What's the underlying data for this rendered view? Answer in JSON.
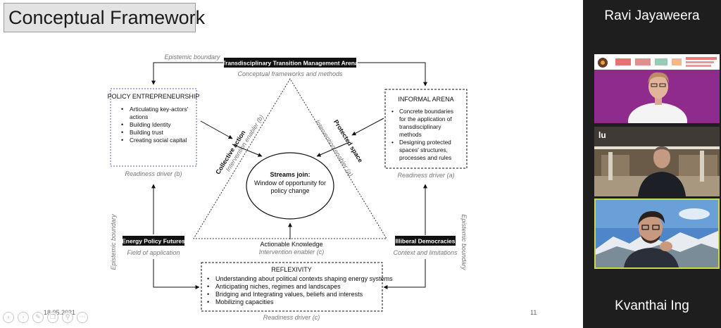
{
  "slide": {
    "title": "Conceptual Framework",
    "date": "18.05.2021",
    "page_number": "11",
    "epistemic_boundary_top": "Epistemic boundary",
    "epistemic_boundary_left": "Epistemic boundary",
    "epistemic_boundary_right": "Epistemic boundary",
    "arena_title": "Transdisciplinary Transition Management Arena",
    "arena_subtitle": "Conceptual frameworks and methods",
    "policy_box": {
      "title": "POLICY ENTREPRENEURSHIP",
      "items": [
        "Articulating key-actors'",
        "actions",
        "Building Identity",
        "Building trust",
        "Creating social capital"
      ],
      "driver": "Readiness driver (b)"
    },
    "informal_box": {
      "title": "INFORMAL ARENA",
      "items": [
        "Concrete boundaries",
        "for the application of",
        "transdisciplinary",
        "methods",
        "Designing protected",
        "spaces' structures,",
        "processes and rules"
      ],
      "driver": "Readiness driver (a)"
    },
    "triangle": {
      "left_side_label": "Collective action",
      "left_side_sub": "Intervention enabler (b)",
      "right_side_label": "Protected space",
      "right_side_sub": "Intervention enabler (a)"
    },
    "circle": {
      "title": "Streams join:",
      "line1": "Window of opportunity for",
      "line2": "policy change"
    },
    "actionable": {
      "title": "Actionable Knowledge",
      "sub": "Intervention enabler (c)"
    },
    "energy_box": {
      "title": "Energy Policy Futures",
      "sub": "Field of application"
    },
    "illiberal_box": {
      "title": "Illiberal Democracies",
      "sub": "Context and limitations"
    },
    "reflexivity_box": {
      "title": "REFLEXIVITY",
      "items": [
        "Understanding about political contexts shaping energy systems",
        "Anticipating niches, regimes and landscapes",
        "Bridging and Integrating values, beliefs and interests",
        "Mobilizing capacities"
      ],
      "driver": "Readiness driver (c)"
    }
  },
  "participants": {
    "top_name": "Ravi Jayaweera",
    "bottom_name": "Kvanthai Ing"
  },
  "controls": [
    "prev-icon",
    "next-icon",
    "pen-icon",
    "copy-icon",
    "zoom-icon",
    "more-icon"
  ],
  "colors": {
    "slide_bg": "#ffffff",
    "panel_bg": "#1e1e1e",
    "title_bg": "#e3e3e3",
    "active_speaker_border": "#c9d94a",
    "tile1_bg": "#8e2b8c"
  }
}
